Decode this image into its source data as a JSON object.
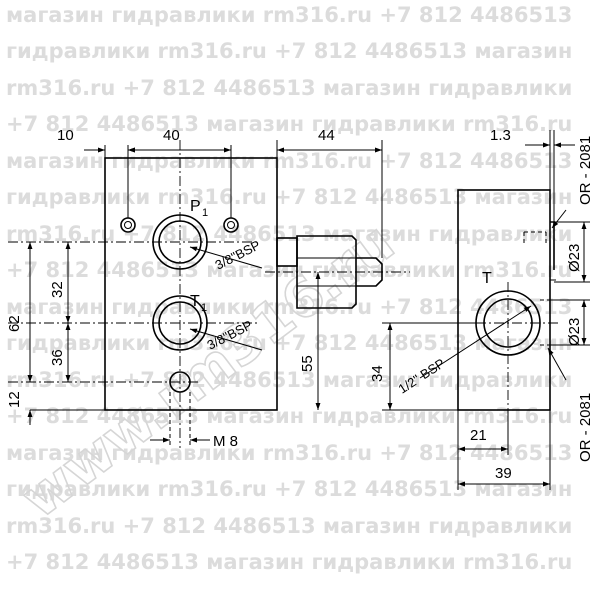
{
  "watermark": {
    "lines": [
      "магазин гидравлики rm316.ru +7 812 4486513",
      "гидравлики rm316.ru +7 812 4486513 магазин",
      "rm316.ru +7 812 4486513 магазин гидравлики",
      "+7 812 4486513 магазин гидравлики rm316.ru",
      "магазин гидравлики rm316.ru +7 812 4486513",
      "гидравлики rm316.ru +7 812 4486513 магазин",
      "rm316.ru +7 812 4486513 магазин гидравлики",
      "+7 812 4486513 магазин гидравлики rm316.ru",
      "магазин гидравлики rm316.ru +7 812 4486513",
      "гидравлики rm316.ru +7 812 4486513 магазин",
      "rm316.ru +7 812 4486513 магазин гидравлики",
      "+7 812 4486513 магазин гидравлики rm316.ru",
      "магазин гидравлики rm316.ru +7 812 4486513",
      "гидравлики rm316.ru +7 812 4486513 магазин",
      "rm316.ru +7 812 4486513 магазин гидравлики",
      "+7 812 4486513 магазин гидравлики rm316.ru"
    ],
    "diagonal": "www.rm316.ru"
  },
  "front_view": {
    "dim_top_left": "10",
    "dim_top_width": "40",
    "dim_left_62": "62",
    "dim_left_32": "32",
    "dim_left_36": "36",
    "dim_left_12": "12",
    "dim_bottom_thread": "M 8",
    "port_p": "P",
    "port_p_sub": "1",
    "port_t": "T",
    "port_t_sub": "1",
    "thread_p": "3/8\"BSP",
    "thread_t": "3/8\"BSP"
  },
  "side_view": {
    "dim_top": "44",
    "dim_height": "55"
  },
  "right_view": {
    "dim_top": "1.3",
    "dim_34": "34",
    "dim_21": "21",
    "dim_39": "39",
    "port_t": "T",
    "thread": "1/2\" BSP",
    "seal_top": "OR - 2081",
    "seal_bottom": "OR - 2081",
    "dia_upper": "Ø23",
    "dia_lower": "Ø23"
  }
}
